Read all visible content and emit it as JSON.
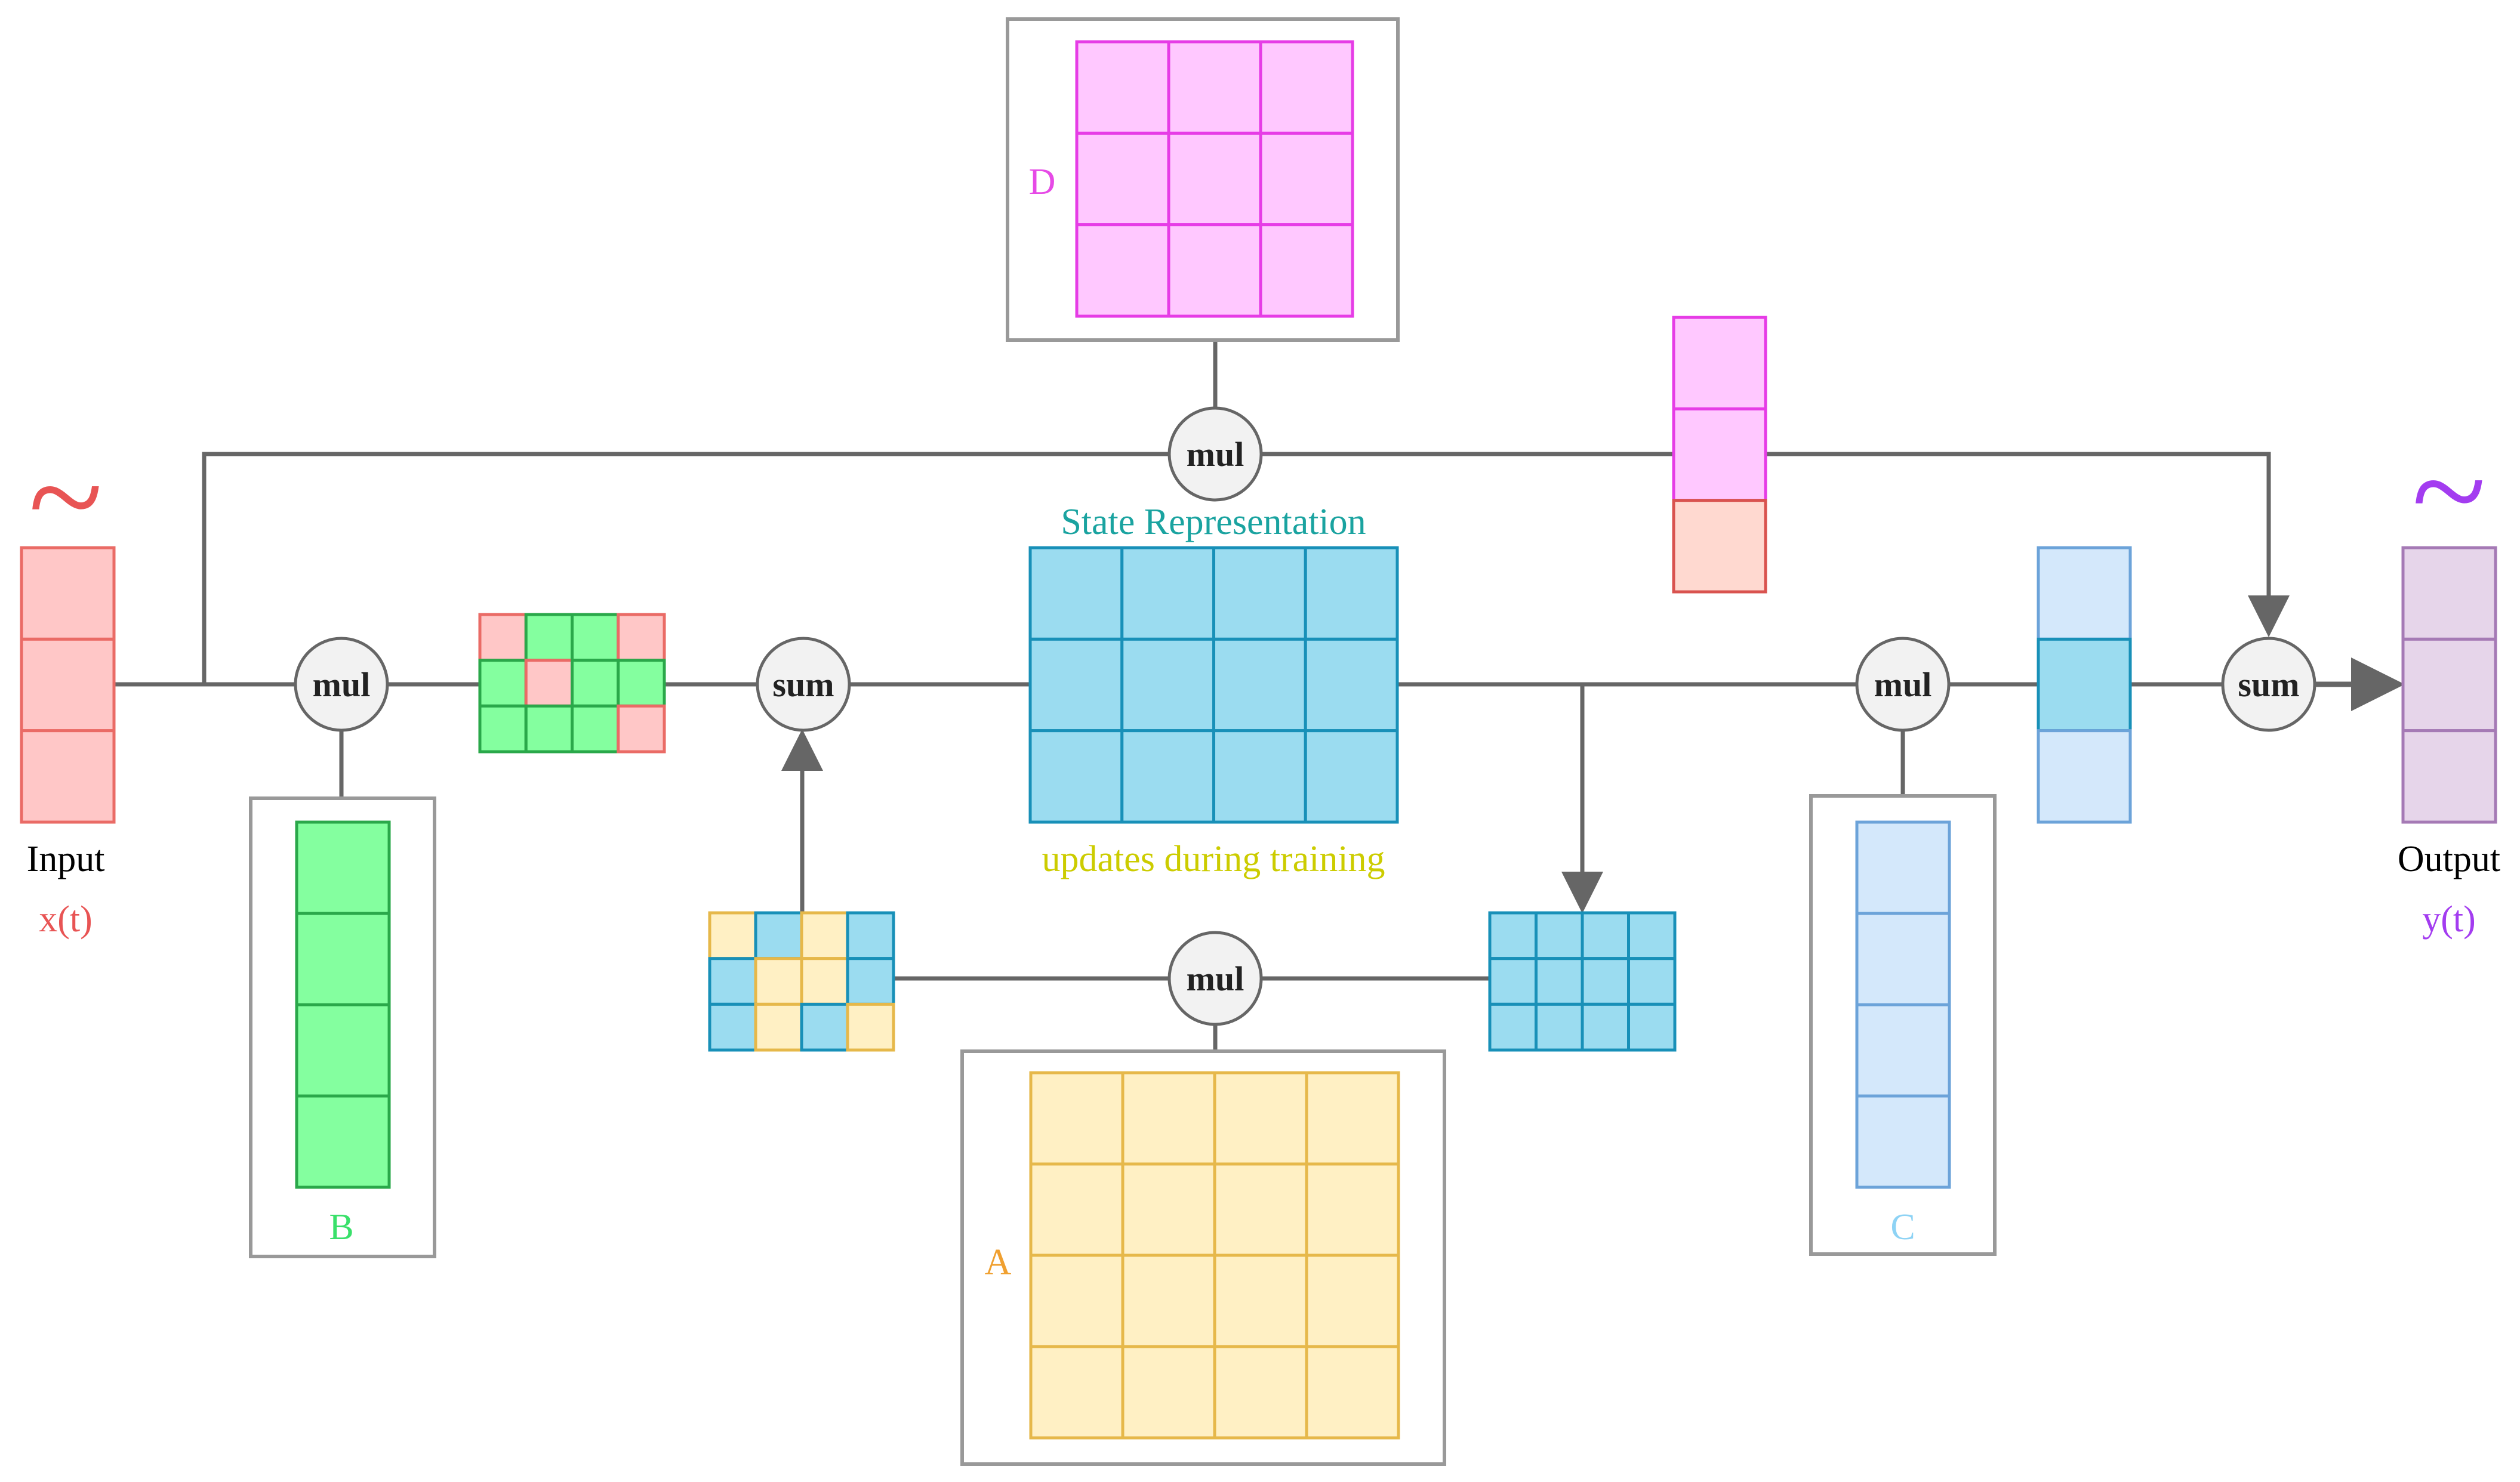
{
  "diagram": {
    "input": {
      "label": "Input",
      "symbol": "x(t)",
      "tilde": "~"
    },
    "output": {
      "label": "Output",
      "symbol": "y(t)",
      "tilde": "~"
    },
    "state": {
      "title": "State Representation",
      "subtitle": "updates during training"
    },
    "matrices": {
      "a": "A",
      "b": "B",
      "c": "C",
      "d": "D"
    },
    "ops": {
      "mul": "mul",
      "sum": "sum"
    }
  },
  "colors": {
    "line": "#666666",
    "box_border": "#999999",
    "pink_fill": "#ffc7c7",
    "pink_stroke": "#ea6b66",
    "green_fill": "#84ff9f",
    "green_stroke": "#2aa84a",
    "magenta_fill": "#ffc8ff",
    "magenta_stroke": "#e63ce6",
    "salmon_fill": "#ffd9d0",
    "salmon_stroke": "#d9534f",
    "cyan_fill": "#9bdcf0",
    "cyan_stroke": "#1890b8",
    "yellow_fill": "#fff0c4",
    "yellow_stroke": "#e6b84a",
    "lightblue_fill": "#d4e8fb",
    "lightblue_stroke": "#6ca3d9",
    "lavender_fill": "#e6d5ea",
    "lavender_stroke": "#a57ab5",
    "input_text": "#e85454",
    "output_text": "#a33cf0",
    "b_text": "#39e06a",
    "c_text": "#8ed3f5",
    "d_text": "#e64ae6",
    "a_text": "#f0a030",
    "state_title": "#1aa3a0",
    "state_subtitle": "#cccc00",
    "op_fill": "#f2f2f2",
    "op_stroke": "#666666",
    "op_text": "#222222"
  }
}
